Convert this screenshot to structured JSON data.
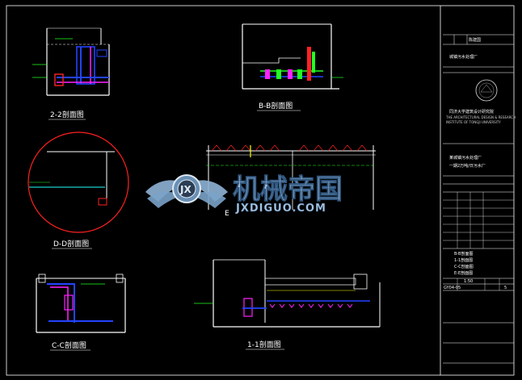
{
  "views": {
    "v22": "2-2剖面图",
    "bb": "B-B剖面图",
    "dd": "D-D剖面图",
    "cc": "C-C剖面图",
    "v11": "1-1剖面图",
    "e_prefix": "E"
  },
  "watermark": {
    "name": "机械帝国",
    "domain": "JXDIGUO.COM",
    "emblem": "JX"
  },
  "title_block": {
    "designer_name": "陈建国",
    "project_name": "城镇污水处理厂",
    "org_cn": "同济大学建筑设计研究院",
    "org_en1": "THE ARCHITECTURAL DESIGN & RESEARCH",
    "org_en2": "INSTITUTE OF TONGJI UNIVERSITY",
    "sheet_title1": "某城镇污水处理厂",
    "sheet_title2": "一期2万吨/日污水厂",
    "drawing_no": "GY04-05",
    "scale": "1:50",
    "sheet_no": "5",
    "list": [
      "B-B剖面图",
      "1-1剖面图",
      "C-C剖面图",
      "E-E剖面图"
    ]
  },
  "colors": {
    "wall": "#ffffff",
    "pipe_blue": "#2244ff",
    "pipe_magenta": "#ff22ff",
    "pipe_red": "#ff2222",
    "green": "#22ff22",
    "yellow": "#ffff00",
    "cyan": "#22ffff",
    "circle": "#ff2020"
  }
}
